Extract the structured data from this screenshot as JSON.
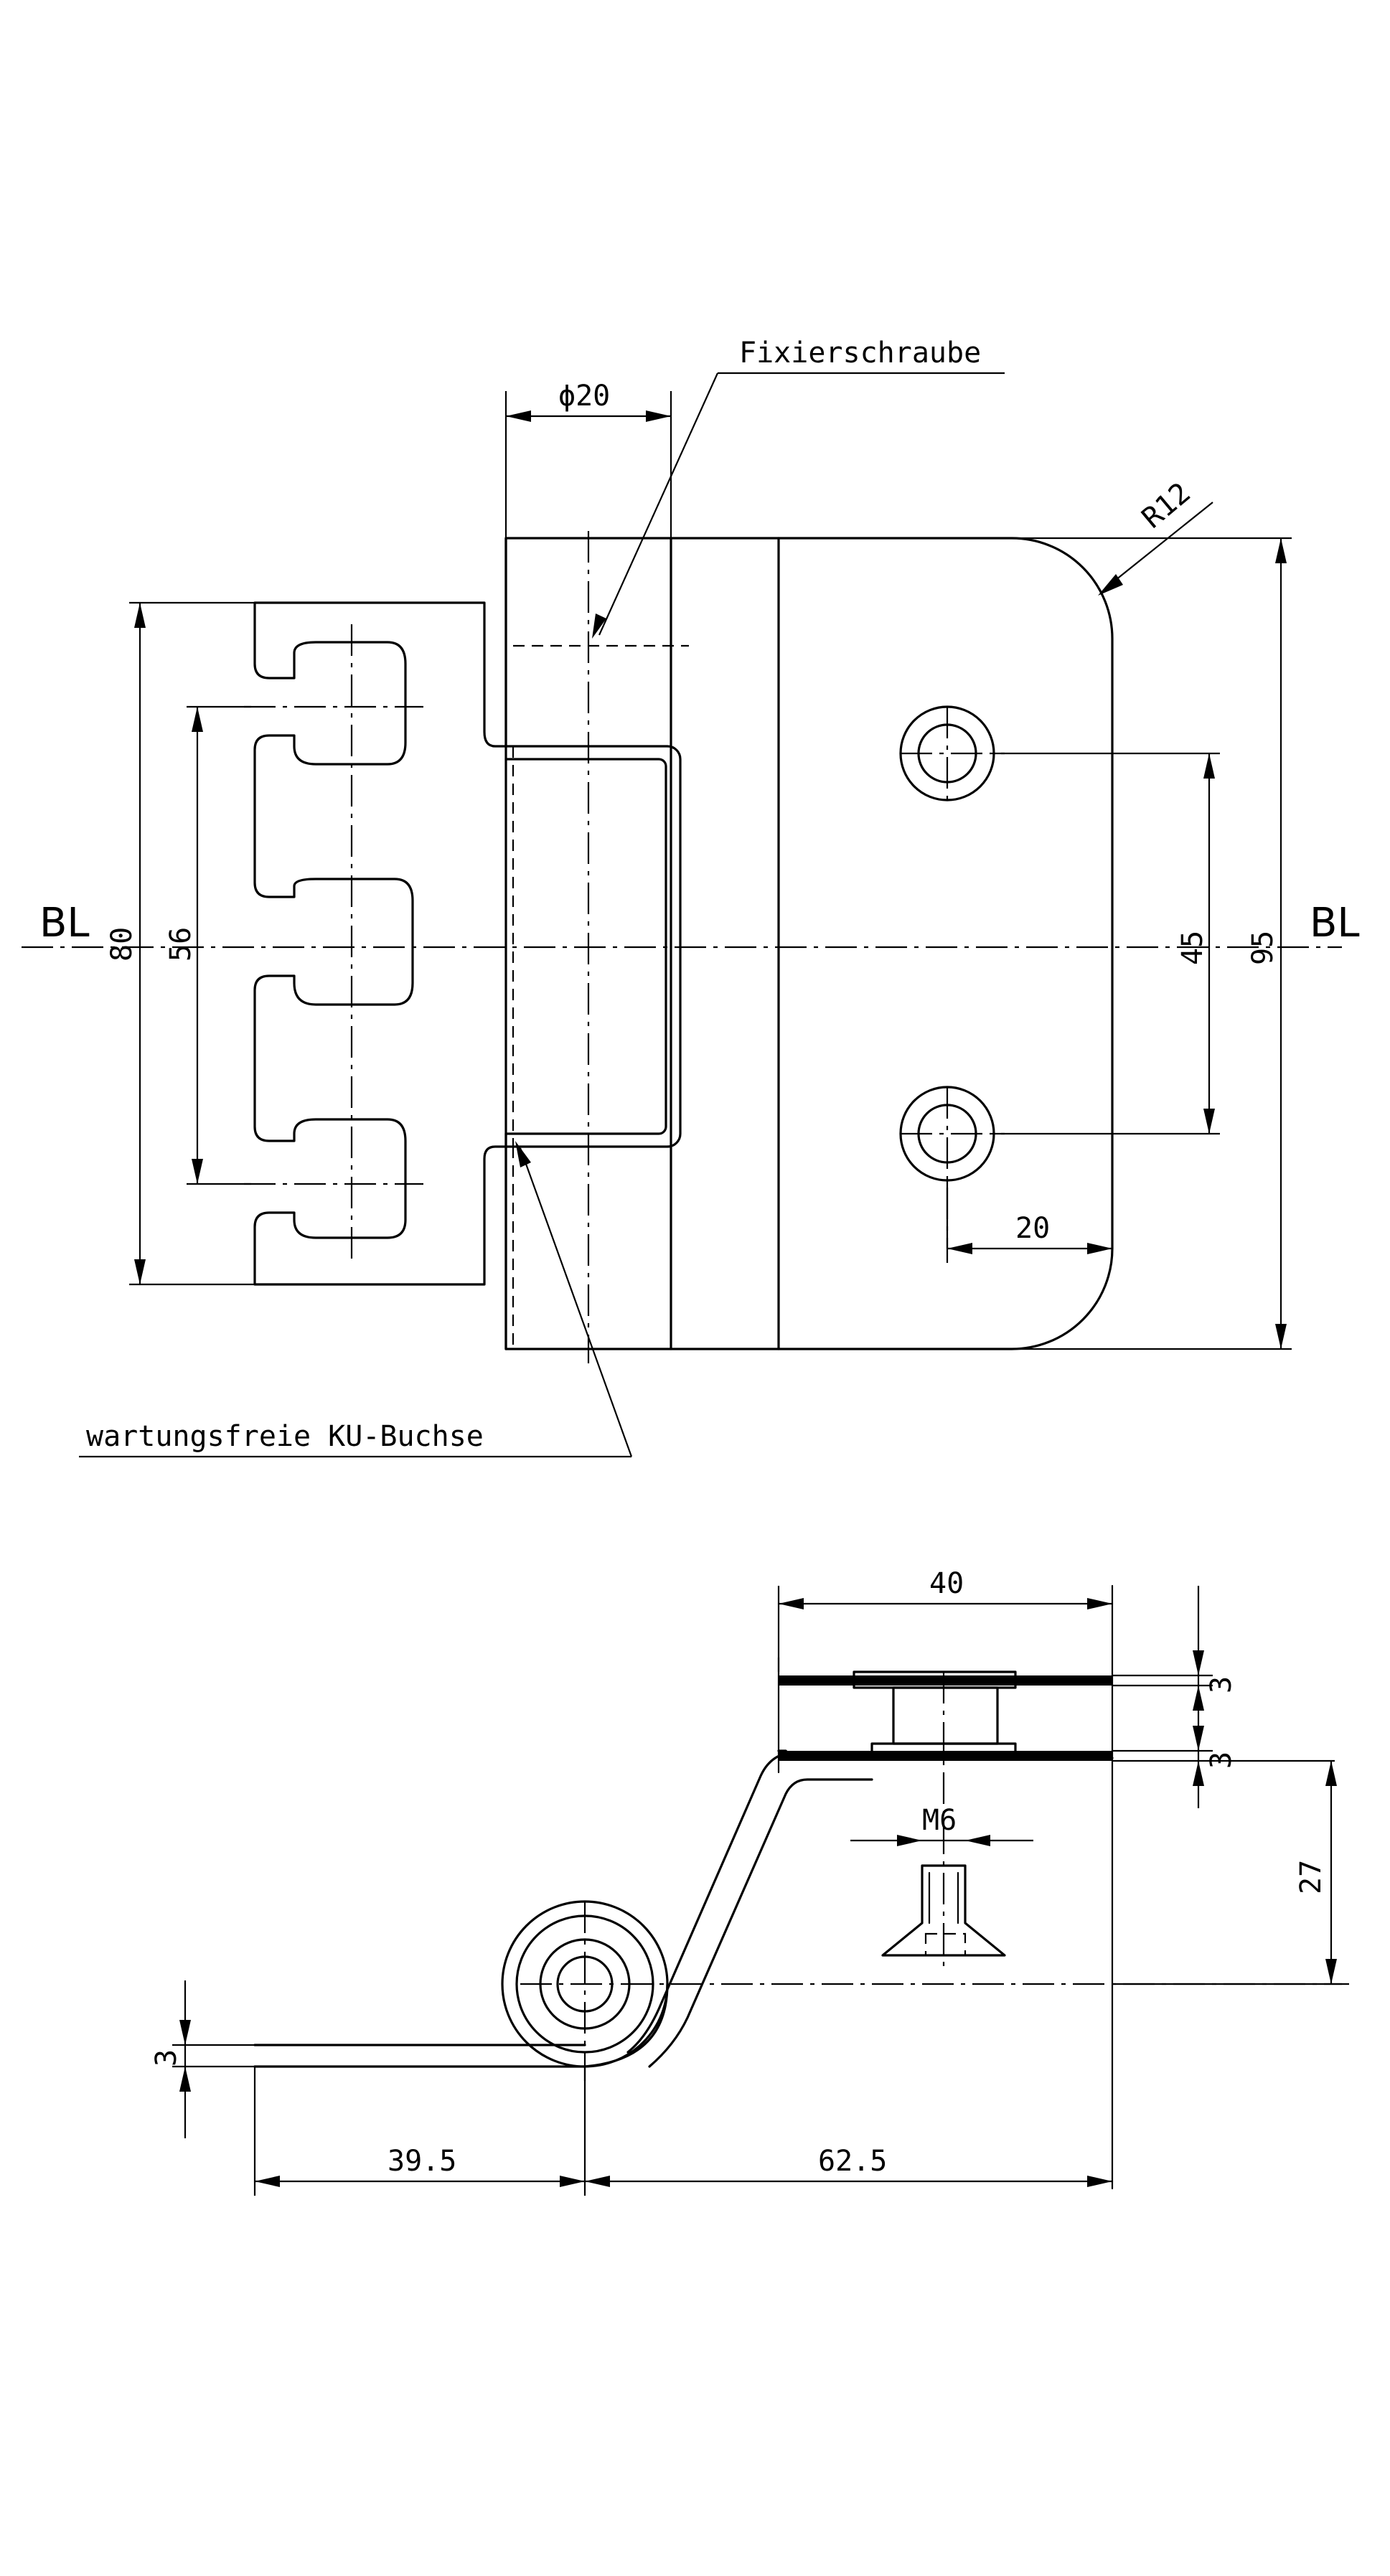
{
  "labels": {
    "fixierschraube": "Fixierschraube",
    "ku_buchse": "wartungsfreie KU-Buchse",
    "bl_left": "BL",
    "bl_right": "BL"
  },
  "dimensions_top": {
    "dia20": "ϕ20",
    "r12": "R12",
    "d80": "80",
    "d56": "56",
    "d45": "45",
    "d95": "95",
    "d20": "20"
  },
  "dimensions_bottom": {
    "d40": "40",
    "d3_top": "3",
    "d3_mid": "3",
    "m6": "M6",
    "d27": "27",
    "d3_left": "3",
    "d39_5": "39.5",
    "d62_5": "62.5"
  }
}
